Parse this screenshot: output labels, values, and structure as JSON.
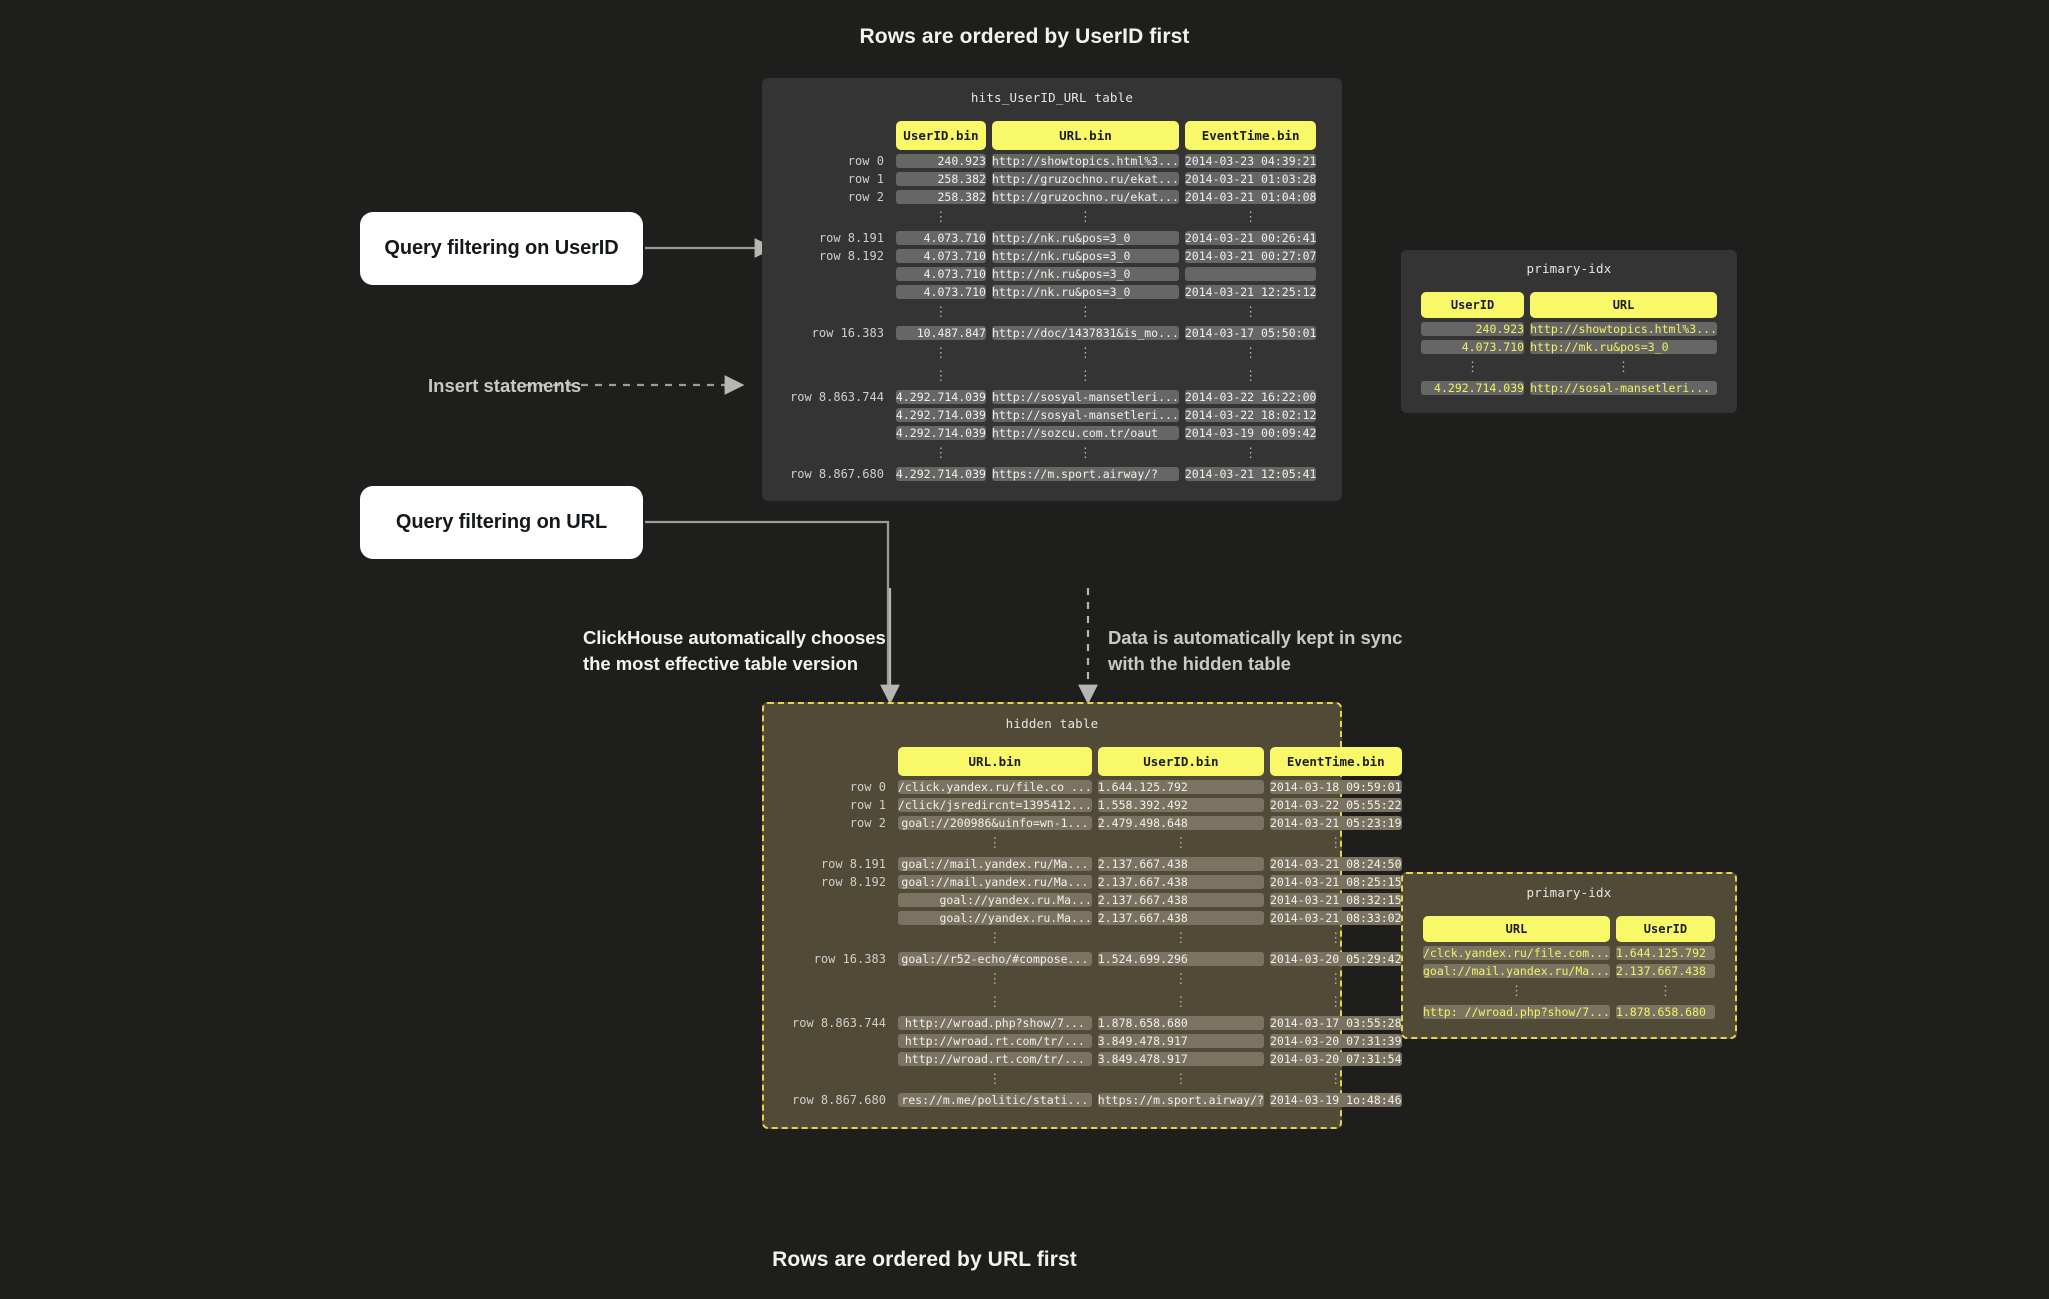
{
  "headings": {
    "top": "Rows are ordered by UserID first",
    "bottom": "Rows are ordered by URL first"
  },
  "callouts": {
    "userid": "Query filtering on UserID",
    "url": "Query filtering on URL",
    "insert": "Insert statements"
  },
  "notes": {
    "chooses_line1": "ClickHouse automatically chooses",
    "chooses_line2": "the most effective table version",
    "sync_line1": "Data is automatically kept in sync",
    "sync_line2": "with the hidden table"
  },
  "colors": {
    "page_bg": "#1e1f1d",
    "panel_dark": "#343434",
    "panel_olive": "#514a36",
    "header_yellow": "#f8f869",
    "index_text_yellow": "#f3f35f",
    "cell_dark": "#666665",
    "cell_olive": "#7b7361",
    "text": "#f0f0ec"
  },
  "main_table": {
    "title": "hits_UserID_URL table",
    "columns": [
      "UserID.bin",
      "URL.bin",
      "EventTime.bin"
    ],
    "rows": [
      {
        "label": "row 0",
        "cells": [
          "240.923",
          "http://showtopics.html%3...",
          "2014-03-23 04:39:21"
        ]
      },
      {
        "label": "row 1",
        "cells": [
          "258.382",
          "http://gruzochno.ru/ekat...",
          "2014-03-21 01:03:28"
        ]
      },
      {
        "label": "row 2",
        "cells": [
          "258.382",
          "http://gruzochno.ru/ekat...",
          "2014-03-21 01:04:08"
        ]
      },
      {
        "label": "",
        "ellipsis": true
      },
      {
        "label": "row 8.191",
        "cells": [
          "4.073.710",
          "http://nk.ru&pos=3_0",
          "2014-03-21 00:26:41"
        ]
      },
      {
        "label": "row 8.192",
        "cells": [
          "4.073.710",
          "http://nk.ru&pos=3_0",
          "2014-03-21 00:27:07"
        ]
      },
      {
        "label": "",
        "cells": [
          "4.073.710",
          "http://nk.ru&pos=3_0",
          ""
        ]
      },
      {
        "label": "",
        "cells": [
          "4.073.710",
          "http://nk.ru&pos=3_0",
          "2014-03-21 12:25:12"
        ]
      },
      {
        "label": "",
        "ellipsis": true
      },
      {
        "label": "row 16.383",
        "cells": [
          "10.487.847",
          "http://doc/1437831&is_mo...",
          "2014-03-17 05:50:01"
        ]
      },
      {
        "label": "",
        "ellipsis": true
      },
      {
        "label": "",
        "ellipsis": true
      },
      {
        "label": "row 8.863.744",
        "cells": [
          "4.292.714.039",
          "http://sosyal-mansetleri...",
          "2014-03-22 16:22:00"
        ]
      },
      {
        "label": "",
        "cells": [
          "4.292.714.039",
          "http://sosyal-mansetleri...",
          "2014-03-22 18:02:12"
        ]
      },
      {
        "label": "",
        "cells": [
          "4.292.714.039",
          "http://sozcu.com.tr/oaut",
          "2014-03-19 00:09:42"
        ]
      },
      {
        "label": "",
        "ellipsis": true
      },
      {
        "label": "row 8.867.680",
        "cells": [
          "4.292.714.039",
          "https://m.sport.airway/?",
          "2014-03-21 12:05:41"
        ]
      }
    ]
  },
  "hidden_table": {
    "title": "hidden table",
    "columns": [
      "URL.bin",
      "UserID.bin",
      "EventTime.bin"
    ],
    "rows": [
      {
        "label": "row 0",
        "cells": [
          "/click.yandex.ru/file.co ...",
          "1.644.125.792",
          "2014-03-18 09:59:01"
        ],
        "align": "l"
      },
      {
        "label": "row 1",
        "cells": [
          "/click/jsredircnt=1395412...",
          "1.558.392.492",
          "2014-03-22 05:55:22"
        ],
        "align": "l"
      },
      {
        "label": "row 2",
        "cells": [
          "goal://200986&uinfo=wn-1...",
          "2.479.498.648",
          "2014-03-21 05:23:19"
        ],
        "align": "c"
      },
      {
        "label": "",
        "ellipsis": true
      },
      {
        "label": "row 8.191",
        "cells": [
          "goal://mail.yandex.ru/Ma...",
          "2.137.667.438",
          "2014-03-21 08:24:50"
        ],
        "align": "c"
      },
      {
        "label": "row 8.192",
        "cells": [
          "goal://mail.yandex.ru/Ma...",
          "2.137.667.438",
          "2014-03-21 08:25:15"
        ],
        "align": "c"
      },
      {
        "label": "",
        "cells": [
          "goal://yandex.ru.Ma...",
          "2.137.667.438",
          "2014-03-21 08:32:15"
        ],
        "align": "r"
      },
      {
        "label": "",
        "cells": [
          "goal://yandex.ru.Ma...",
          "2.137.667.438",
          "2014-03-21 08:33:02"
        ],
        "align": "r"
      },
      {
        "label": "",
        "ellipsis": true
      },
      {
        "label": "row 16.383",
        "cells": [
          "goal://r52-echo/#compose...",
          "1.524.699.296",
          "2014-03-20 05:29:42"
        ],
        "align": "c"
      },
      {
        "label": "",
        "ellipsis": true
      },
      {
        "label": "",
        "ellipsis": true
      },
      {
        "label": "row 8.863.744",
        "cells": [
          "http://wroad.php?show/7...",
          "1.878.658.680",
          "2014-03-17 03:55:28"
        ],
        "align": "c"
      },
      {
        "label": "",
        "cells": [
          "http://wroad.rt.com/tr/...",
          "3.849.478.917",
          "2014-03-20 07:31:39"
        ],
        "align": "c"
      },
      {
        "label": "",
        "cells": [
          "http://wroad.rt.com/tr/...",
          "3.849.478.917",
          "2014-03-20 07:31:54"
        ],
        "align": "c"
      },
      {
        "label": "",
        "ellipsis": true
      },
      {
        "label": "row 8.867.680",
        "cells": [
          "res://m.me/politic/stati...",
          "https://m.sport.airway/?",
          "2014-03-19 1o:48:46"
        ],
        "align": "c"
      }
    ]
  },
  "primary_idx_top": {
    "title": "primary-idx",
    "columns": [
      "UserID",
      "URL"
    ],
    "rows": [
      {
        "cells": [
          "240.923",
          "http://showtopics.html%3..."
        ]
      },
      {
        "cells": [
          "4.073.710",
          "http://mk.ru&pos=3_0"
        ]
      },
      {
        "ellipsis": true
      },
      {
        "cells": [
          "4.292.714.039",
          "http://sosal-mansetleri..."
        ]
      }
    ]
  },
  "primary_idx_bottom": {
    "title": "primary-idx",
    "columns": [
      "URL",
      "UserID"
    ],
    "rows": [
      {
        "cells": [
          "/clck.yandex.ru/file.com...",
          "1.644.125.792"
        ]
      },
      {
        "cells": [
          "goal://mail.yandex.ru/Ma...",
          "2.137.667.438"
        ]
      },
      {
        "ellipsis": true
      },
      {
        "cells": [
          "http: //wroad.php?show/7...",
          "1.878.658.680"
        ]
      }
    ]
  }
}
